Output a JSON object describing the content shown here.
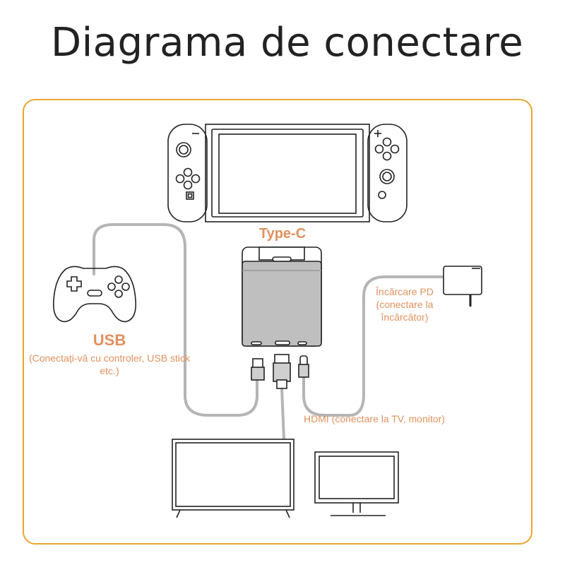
{
  "title": "Diagrama de conectare",
  "labels": {
    "type_c": "Type-C",
    "usb_title": "USB",
    "usb_desc": "(Conectați-vă cu controler, USB stick etc.)",
    "pd_charging": "Încărcare PD (conectare la încărcător)",
    "hdmi": "HDMI (conectare la TV, monitor)"
  },
  "colors": {
    "frame": "#e8a630",
    "label": "#e0915f",
    "cable": "#b5b5b5",
    "line": "#222222"
  },
  "icons": [
    "console-icon",
    "gamepad-icon",
    "dock-icon",
    "charger-icon",
    "tv-icon",
    "monitor-icon"
  ]
}
